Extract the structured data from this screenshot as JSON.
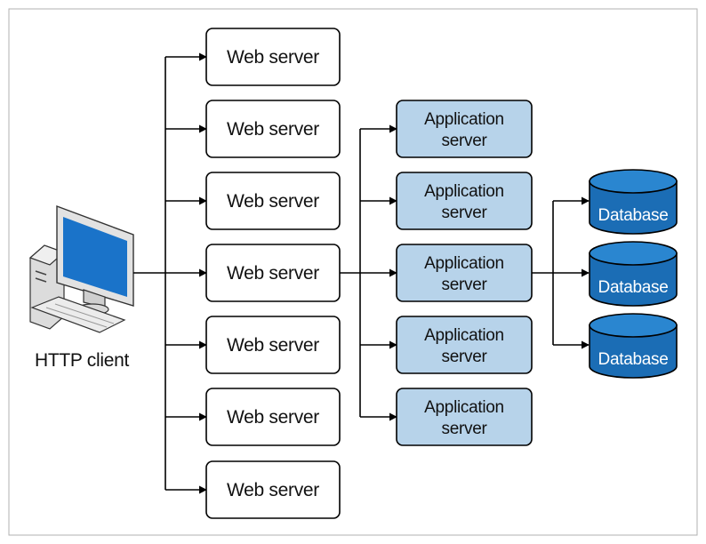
{
  "client": {
    "label": "HTTP client",
    "icon": "desktop-computer-icon"
  },
  "web_servers": [
    {
      "label": "Web server"
    },
    {
      "label": "Web server"
    },
    {
      "label": "Web server"
    },
    {
      "label": "Web server"
    },
    {
      "label": "Web server"
    },
    {
      "label": "Web server"
    },
    {
      "label": "Web server"
    }
  ],
  "app_servers": [
    {
      "line1": "Application",
      "line2": "server"
    },
    {
      "line1": "Application",
      "line2": "server"
    },
    {
      "line1": "Application",
      "line2": "server"
    },
    {
      "line1": "Application",
      "line2": "server"
    },
    {
      "line1": "Application",
      "line2": "server"
    }
  ],
  "databases": [
    {
      "label": "Database"
    },
    {
      "label": "Database"
    },
    {
      "label": "Database"
    }
  ],
  "colors": {
    "app_fill": "#b7d3ea",
    "db_fill": "#1b6db5",
    "db_top": "#2a86d0",
    "monitor_screen": "#1a73c9",
    "line": "#000000",
    "frame": "#b0b0b0"
  }
}
